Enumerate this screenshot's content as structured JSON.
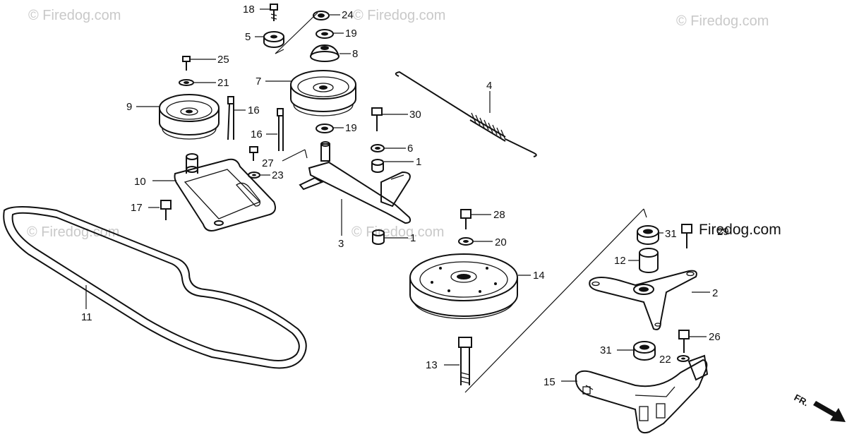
{
  "watermarks": {
    "top_left": "© Firedog.com",
    "top_mid": "© Firedog.com",
    "top_right": "© Firedog.com",
    "mid_left": "© Firedog.com",
    "mid_center": "© Firedog.com",
    "right_overlay": "Firedog.com"
  },
  "direction_label": "FR.",
  "callouts": {
    "c18": "18",
    "c24": "24",
    "c19a": "19",
    "c5": "5",
    "c8": "8",
    "c25": "25",
    "c21": "21",
    "c7": "7",
    "c4": "4",
    "c9": "9",
    "c16a": "16",
    "c16b": "16",
    "c30": "30",
    "c19b": "19",
    "c6": "6",
    "c27": "27",
    "c1a": "1",
    "c23": "23",
    "c10": "10",
    "c17": "17",
    "c28": "28",
    "c3": "3",
    "c1b": "1",
    "c20": "20",
    "c11": "11",
    "c14": "14",
    "c31a": "31",
    "c29": "29",
    "c12": "12",
    "c2": "2",
    "c26": "26",
    "c31b": "31",
    "c22": "22",
    "c13": "13",
    "c15": "15"
  }
}
